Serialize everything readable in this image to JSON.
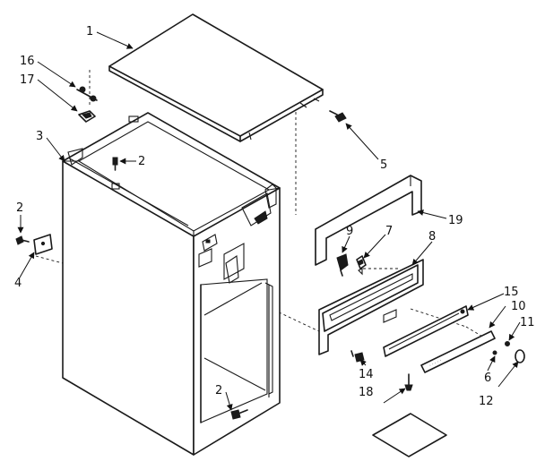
{
  "diagram": {
    "callouts": {
      "c1": "1",
      "c2a": "2",
      "c2b": "2",
      "c2c": "2",
      "c3": "3",
      "c4": "4",
      "c5": "5",
      "c6": "6",
      "c7": "7",
      "c8": "8",
      "c9": "9",
      "c10": "10",
      "c11": "11",
      "c12": "12",
      "c14": "14",
      "c15": "15",
      "c16": "16",
      "c17": "17",
      "c18": "18",
      "c19": "19"
    }
  }
}
